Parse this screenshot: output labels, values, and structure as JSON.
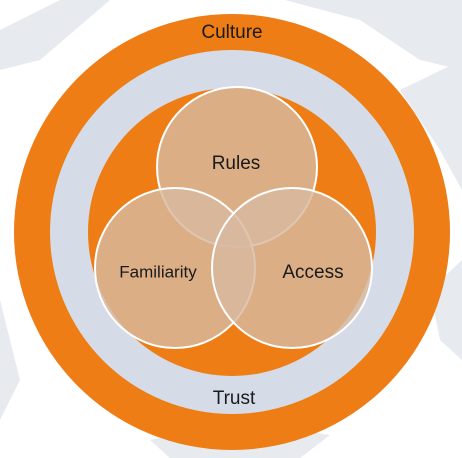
{
  "diagram": {
    "outer_ring_label": "Culture",
    "inner_ring_label": "Trust",
    "venn_labels": {
      "top": "Rules",
      "left": "Familiarity",
      "right": "Access"
    }
  },
  "colors": {
    "orange": "#ED7D14",
    "ring_blue": "#D5DCE8",
    "venn_fill": "#D8B9A0",
    "venn_stroke": "#FFFFFF",
    "background_shapes": "#E7EAEF"
  }
}
